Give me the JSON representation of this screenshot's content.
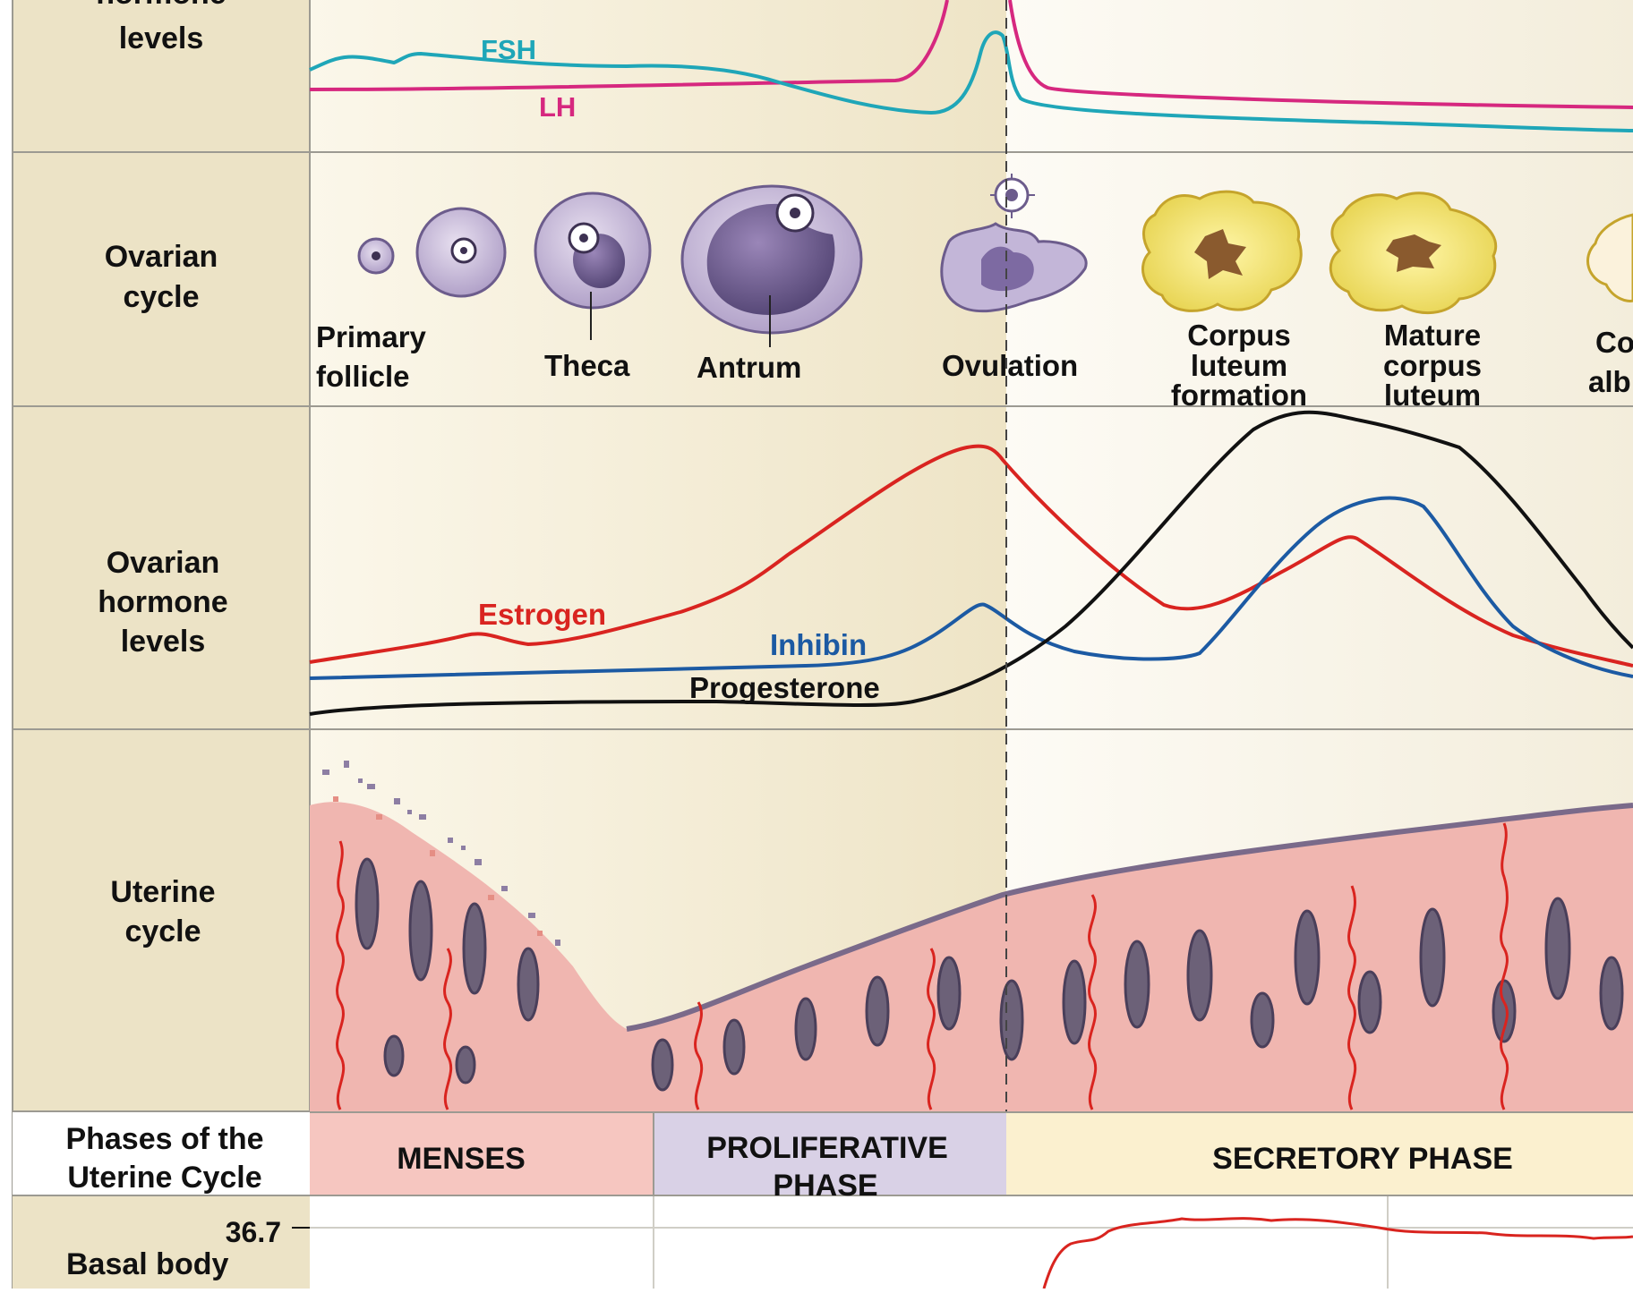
{
  "rows": {
    "pituitary": {
      "label_line1": "hormone",
      "label_line2": "levels"
    },
    "ovarian_cycle": {
      "label_line1": "Ovarian",
      "label_line2": "cycle"
    },
    "ovarian_hormones": {
      "label_line1": "Ovarian",
      "label_line2": "hormone",
      "label_line3": "levels"
    },
    "uterine": {
      "label_line1": "Uterine",
      "label_line2": "cycle"
    },
    "phases": {
      "label_line1": "Phases of the",
      "label_line2": "Uterine Cycle"
    },
    "bbt": {
      "label_line1": "Basal body",
      "tick_value": "36.7"
    }
  },
  "hormone_curves": {
    "fsh": {
      "label": "FSH",
      "color": "#1fa6b8"
    },
    "lh": {
      "label": "LH",
      "color": "#d6287f"
    },
    "estrogen": {
      "label": "Estrogen",
      "color": "#d92420"
    },
    "inhibin": {
      "label": "Inhibin",
      "color": "#1c5aa3"
    },
    "progesterone": {
      "label": "Progesterone",
      "color": "#111111"
    }
  },
  "ovarian_stages": {
    "primary_follicle_1": "Primary",
    "primary_follicle_2": "follicle",
    "theca": "Theca",
    "antrum": "Antrum",
    "ovulation": "Ovulation",
    "cl_formation_1": "Corpus",
    "cl_formation_2": "luteum",
    "cl_formation_3": "formation",
    "mature_cl_1": "Mature",
    "mature_cl_2": "corpus",
    "mature_cl_3": "luteum",
    "albicans_1": "Co",
    "albicans_2": "alb"
  },
  "phases": {
    "menses": "MENSES",
    "proliferative_1": "PROLIFERATIVE",
    "proliferative_2": "PHASE",
    "secretory": "SECRETORY PHASE"
  },
  "colors": {
    "label_column_bg": "#ece3c6",
    "follicular_bg": "#f1ead3",
    "luteal_bg": "#fbf8ee",
    "menses_bg": "#f6c6c0",
    "proliferative_bg": "#d9d1e6",
    "secretory_bg": "#fbf0cf",
    "endometrium": "#f0b6b0",
    "gland_fill": "#6c6178",
    "bbt_line": "#d9241f"
  }
}
